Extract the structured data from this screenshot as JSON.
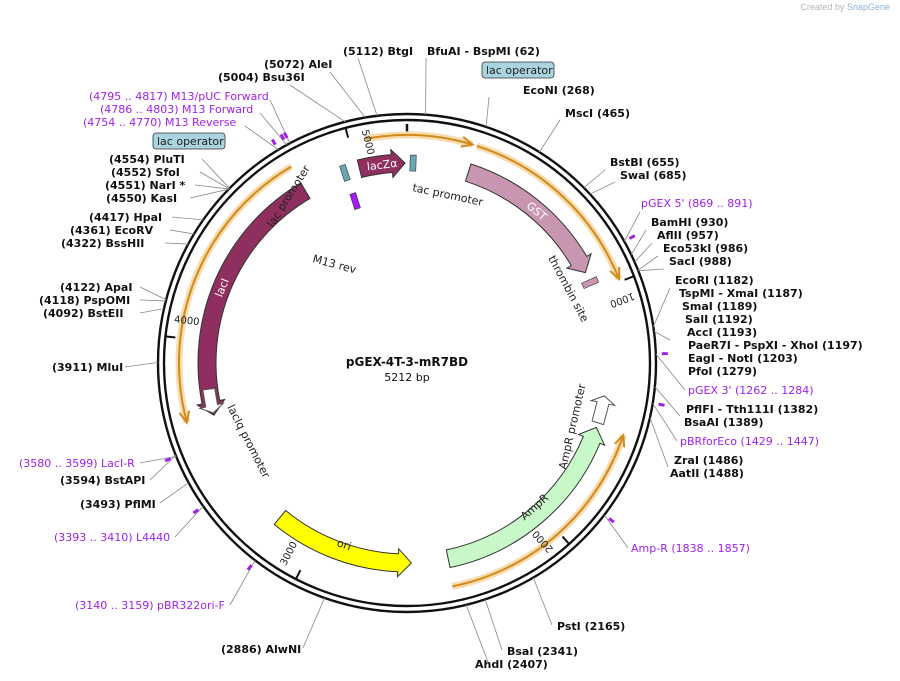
{
  "credit": {
    "prefix": "Created by",
    "brand": "SnapGene"
  },
  "plasmid": {
    "name": "pGEX-4T-3-mR7BD",
    "length_label": "5212 bp",
    "length": 5212
  },
  "ticks": [
    {
      "pos": 1000,
      "label": "1000"
    },
    {
      "pos": 2000,
      "label": "2000"
    },
    {
      "pos": 3000,
      "label": "3000"
    },
    {
      "pos": 4000,
      "label": "4000"
    },
    {
      "pos": 5000,
      "label": "5000"
    }
  ],
  "features": [
    {
      "id": "lacZa",
      "label": "lacZα",
      "start": 5013,
      "end": 5204,
      "dir": 1,
      "color": "#8e2f5f"
    },
    {
      "id": "gst",
      "label": "GST",
      "start": 258,
      "end": 914,
      "dir": 1,
      "color": "#c896b0"
    },
    {
      "id": "laci",
      "label": "lacI",
      "start": 3690,
      "end": 4770,
      "dir": -1,
      "color": "#8e2f5f"
    },
    {
      "id": "ampr",
      "label": "AmpR",
      "start": 1575,
      "end": 2434,
      "dir": -1,
      "color": "#c8f7c8"
    },
    {
      "id": "ori",
      "label": "ori",
      "start": 2588,
      "end": 3177,
      "dir": -1,
      "color": "#ffff00"
    }
  ],
  "small_features": [
    {
      "id": "lacop-left",
      "pos": 4950,
      "color": "#6aa6b4"
    },
    {
      "id": "tac-box",
      "pos": 25,
      "color": "#6aa6b4"
    },
    {
      "id": "thrombin",
      "pos": 960,
      "color": "#c896b0"
    },
    {
      "id": "m13rev",
      "pos": 4955,
      "color": "#a020f0"
    }
  ],
  "orfs": [
    {
      "start": 5060,
      "end": 242,
      "dir": 1
    },
    {
      "start": 258,
      "end": 990,
      "dir": 1
    },
    {
      "start": 1570,
      "end": 2440,
      "dir": -1
    },
    {
      "start": 3690,
      "end": 4770,
      "dir": -1
    }
  ],
  "feature_labels": [
    {
      "id": "tac",
      "text": "tac promoter"
    },
    {
      "id": "thrombin",
      "text": "thrombin site"
    },
    {
      "id": "lacprom",
      "text": "lac promoter"
    },
    {
      "id": "m13rev",
      "text": "M13 rev"
    },
    {
      "id": "lacIqprom",
      "text": "lacIq promoter"
    },
    {
      "id": "amprprom",
      "text": "AmpR promoter"
    }
  ],
  "boxed_labels": [
    {
      "id": "lacop-top",
      "text": "lac operator"
    },
    {
      "id": "lacop-left",
      "text": "lac operator"
    }
  ],
  "sites": [
    {
      "id": "btgi",
      "name": "BtgI",
      "pos": "(5112)"
    },
    {
      "id": "alei",
      "name": "AleI",
      "pos": "(5072)"
    },
    {
      "id": "bsu36i",
      "name": "Bsu36I",
      "pos": "(5004)"
    },
    {
      "id": "bfuai",
      "name": "BfuAI",
      "pos": ""
    },
    {
      "id": "bspmi",
      "name": "- BspMI",
      "pos": "(62)"
    },
    {
      "id": "econi",
      "name": "EcoNI",
      "pos": "(268)"
    },
    {
      "id": "msci",
      "name": "MscI",
      "pos": "(465)"
    },
    {
      "id": "bstbi",
      "name": "BstBI",
      "pos": "(655)"
    },
    {
      "id": "swai",
      "name": "SwaI",
      "pos": "(685)"
    },
    {
      "id": "bamhi",
      "name": "BamHI",
      "pos": "(930)"
    },
    {
      "id": "aflii",
      "name": "AflII",
      "pos": "(957)"
    },
    {
      "id": "eco53ki",
      "name": "Eco53kI",
      "pos": "(986)"
    },
    {
      "id": "saci",
      "name": "SacI",
      "pos": "(988)"
    },
    {
      "id": "ecori",
      "name": "EcoRI",
      "pos": "(1182)"
    },
    {
      "id": "tspmi",
      "name": "TspMI",
      "pos": ""
    },
    {
      "id": "xmai",
      "name": "- XmaI",
      "pos": "(1187)"
    },
    {
      "id": "smai",
      "name": "SmaI",
      "pos": "(1189)"
    },
    {
      "id": "sali",
      "name": "SalI",
      "pos": "(1192)"
    },
    {
      "id": "acci",
      "name": "AccI",
      "pos": "(1193)"
    },
    {
      "id": "paer7i",
      "name": "PaeR7I",
      "pos": ""
    },
    {
      "id": "pspxi",
      "name": "- PspXI",
      "pos": ""
    },
    {
      "id": "xhoi",
      "name": "- XhoI",
      "pos": "(1197)"
    },
    {
      "id": "eagi",
      "name": "EagI",
      "pos": ""
    },
    {
      "id": "noti",
      "name": "- NotI",
      "pos": "(1203)"
    },
    {
      "id": "pfoi",
      "name": "PfoI",
      "pos": "(1279)"
    },
    {
      "id": "pflfi",
      "name": "PflFI",
      "pos": ""
    },
    {
      "id": "tth111i",
      "name": "- Tth111I",
      "pos": "(1382)"
    },
    {
      "id": "bsaai",
      "name": "BsaAI",
      "pos": "(1389)"
    },
    {
      "id": "zrai",
      "name": "ZraI",
      "pos": "(1486)"
    },
    {
      "id": "aatii",
      "name": "AatII",
      "pos": "(1488)"
    },
    {
      "id": "psti",
      "name": "PstI",
      "pos": "(2165)"
    },
    {
      "id": "bsai",
      "name": "BsaI",
      "pos": "(2341)"
    },
    {
      "id": "ahdi",
      "name": "AhdI",
      "pos": "(2407)"
    },
    {
      "id": "alwni",
      "name": "AlwNI",
      "pos": "(2886)"
    },
    {
      "id": "pflmi",
      "name": "PflMI",
      "pos": "(3493)"
    },
    {
      "id": "bstapi",
      "name": "BstAPI",
      "pos": "(3594)"
    },
    {
      "id": "mlui",
      "name": "MluI",
      "pos": "(3911)"
    },
    {
      "id": "bsteii",
      "name": "BstEII",
      "pos": "(4092)"
    },
    {
      "id": "pspomi",
      "name": "PspOMI",
      "pos": "(4118)"
    },
    {
      "id": "apai",
      "name": "ApaI",
      "pos": "(4122)"
    },
    {
      "id": "bsshii",
      "name": "BssHII",
      "pos": "(4322)"
    },
    {
      "id": "ecorv",
      "name": "EcoRV",
      "pos": "(4361)"
    },
    {
      "id": "hpai",
      "name": "HpaI",
      "pos": "(4417)"
    },
    {
      "id": "kasi",
      "name": "KasI",
      "pos": "(4550)"
    },
    {
      "id": "nari",
      "name": "NarI *",
      "pos": "(4551)"
    },
    {
      "id": "sfoi",
      "name": "SfoI",
      "pos": "(4552)"
    },
    {
      "id": "pluti",
      "name": "PluTI",
      "pos": "(4554)"
    }
  ],
  "primers": [
    {
      "id": "m13puc",
      "text": "(4795 .. 4817)  M13/pUC Forward",
      "pos": 4806
    },
    {
      "id": "m13fwd",
      "text": "(4786 .. 4803)  M13 Forward",
      "pos": 4794
    },
    {
      "id": "m13rev",
      "text": "(4754 .. 4770)  M13 Reverse",
      "pos": 4762
    },
    {
      "id": "pgex5",
      "text": "pGEX 5'     (869 .. 891)",
      "pos": 880
    },
    {
      "id": "pgex3",
      "text": "pGEX 3'     (1262 .. 1284)",
      "pos": 1273
    },
    {
      "id": "pbrforeco",
      "text": "pBRforEco     (1429 .. 1447)",
      "pos": 1438
    },
    {
      "id": "ampr",
      "text": "Amp-R     (1838 .. 1857)",
      "pos": 1847
    },
    {
      "id": "pbr322ori",
      "text": "(3140 .. 3159)  pBR322ori-F",
      "pos": 3150
    },
    {
      "id": "l4440",
      "text": "(3393 .. 3410)  L4440",
      "pos": 3401
    },
    {
      "id": "lacir",
      "text": "(3580 .. 3599)  LacI-R",
      "pos": 3590
    }
  ]
}
